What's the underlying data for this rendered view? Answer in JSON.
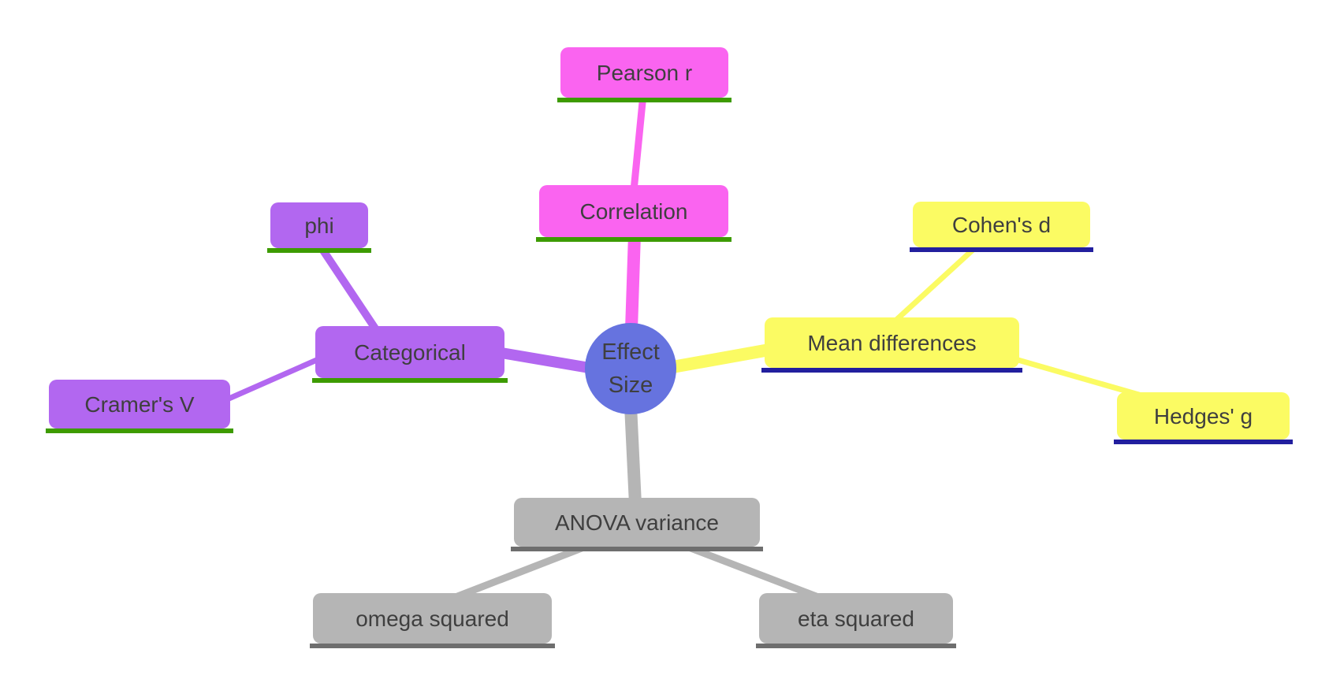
{
  "colors": {
    "background": "#FFFFFF",
    "center_fill": "#6673DF",
    "branch_correlation": "#FA64F0",
    "branch_categorical": "#B267F0",
    "branch_mean_differences": "#FBFB63",
    "branch_anova": "#B5B5B5",
    "underline_green": "#3D9B00",
    "underline_navy": "#221F9E",
    "underline_gray": "#6E6E6E",
    "text": "#3F3F3F"
  },
  "mindmap": {
    "center": {
      "label": "Effect Size"
    },
    "branches": [
      {
        "label": "Correlation",
        "children": [
          {
            "label": "Pearson r"
          }
        ]
      },
      {
        "label": "Categorical",
        "children": [
          {
            "label": "phi"
          },
          {
            "label": "Cramer's V"
          }
        ]
      },
      {
        "label": "Mean differences",
        "children": [
          {
            "label": "Cohen's d"
          },
          {
            "label": "Hedges' g"
          }
        ]
      },
      {
        "label": "ANOVA variance",
        "children": [
          {
            "label": "omega squared"
          },
          {
            "label": "eta squared"
          }
        ]
      }
    ]
  }
}
